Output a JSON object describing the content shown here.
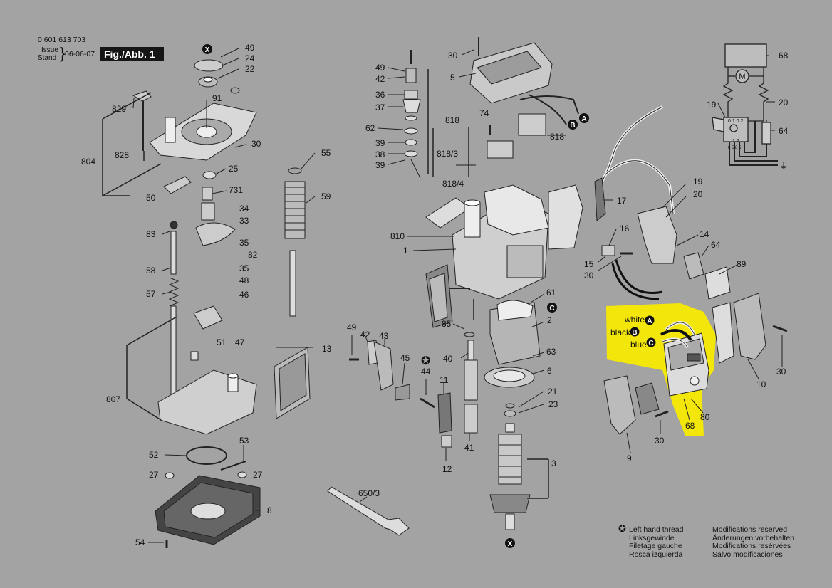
{
  "header": {
    "part_number": "0 601 613 703",
    "issue_label": "Issue",
    "stand_label": "Stand",
    "date": "06-06-07",
    "figure": "Fig./Abb. 1"
  },
  "callouts": {
    "c1": "49",
    "c2": "24",
    "c3": "22",
    "c4": "91",
    "c5": "829",
    "c6": "828",
    "c7": "804",
    "c8": "30",
    "c9": "25",
    "c10": "50",
    "c11": "731",
    "c12": "34",
    "c13": "33",
    "c14": "83",
    "c15": "35",
    "c16": "82",
    "c17": "58",
    "c18": "35",
    "c19": "48",
    "c20": "57",
    "c21": "46",
    "c22": "51",
    "c23": "47",
    "c24": "807",
    "c25": "55",
    "c26": "59",
    "c27": "13",
    "c28": "52",
    "c29": "53",
    "c30": "27",
    "c31": "27",
    "c32": "8",
    "c33": "54",
    "c34": "49",
    "c35": "42",
    "c36": "36",
    "c37": "37",
    "c38": "62",
    "c39": "39",
    "c40": "38",
    "c41": "39",
    "c42": "30",
    "c43": "5",
    "c44": "818",
    "c45": "74",
    "c46": "818/3",
    "c47": "818",
    "c48": "818/4",
    "c49": "810",
    "c50": "1",
    "c51": "17",
    "c52": "19",
    "c53": "20",
    "c54": "16",
    "c55": "14",
    "c56": "15",
    "c57": "30",
    "c58": "64",
    "c59": "89",
    "c60": "61",
    "c61": "2",
    "c62": "85",
    "c63": "40",
    "c64": "63",
    "c65": "6",
    "c66": "49",
    "c67": "42",
    "c68": "43",
    "c69": "45",
    "c70": "44",
    "c71": "11",
    "c72": "21",
    "c73": "23",
    "c74": "41",
    "c75": "12",
    "c76": "3",
    "c77": "650/3",
    "c78": "10",
    "c79": "30",
    "c80": "9",
    "c81": "30",
    "c82": "80",
    "c83": "68",
    "c84": "68",
    "c85": "19",
    "c86": "20",
    "c87": "64"
  },
  "markers": {
    "x_top": "X",
    "x_bottom": "X",
    "a_top": "A",
    "b_top": "B",
    "c_motor": "C",
    "a_wire": "A",
    "b_wire": "B",
    "c_wire": "C",
    "star": "✪"
  },
  "wires": {
    "white": "white",
    "black": "black",
    "blue": "blue"
  },
  "schematic": {
    "motor": "M",
    "terminal_top": "0 1   0 2",
    "terminal_bottom": "1 2",
    "terminal_pins": "8 5 8 5",
    "ground": "⏚"
  },
  "legend": {
    "left_hand_en": "Left hand thread",
    "left_hand_de": "Linksgewinde",
    "left_hand_fr": "Filetage gauche",
    "left_hand_es": "Rosca izquierda",
    "mod_en": "Modifications reserved",
    "mod_de": "Änderungen vorbehalten",
    "mod_fr": "Modifications resérvées",
    "mod_es": "Salvo modificaciones"
  },
  "colors": {
    "background": "#a3a3a3",
    "highlight": "#f3e60a",
    "ink": "#111111"
  }
}
